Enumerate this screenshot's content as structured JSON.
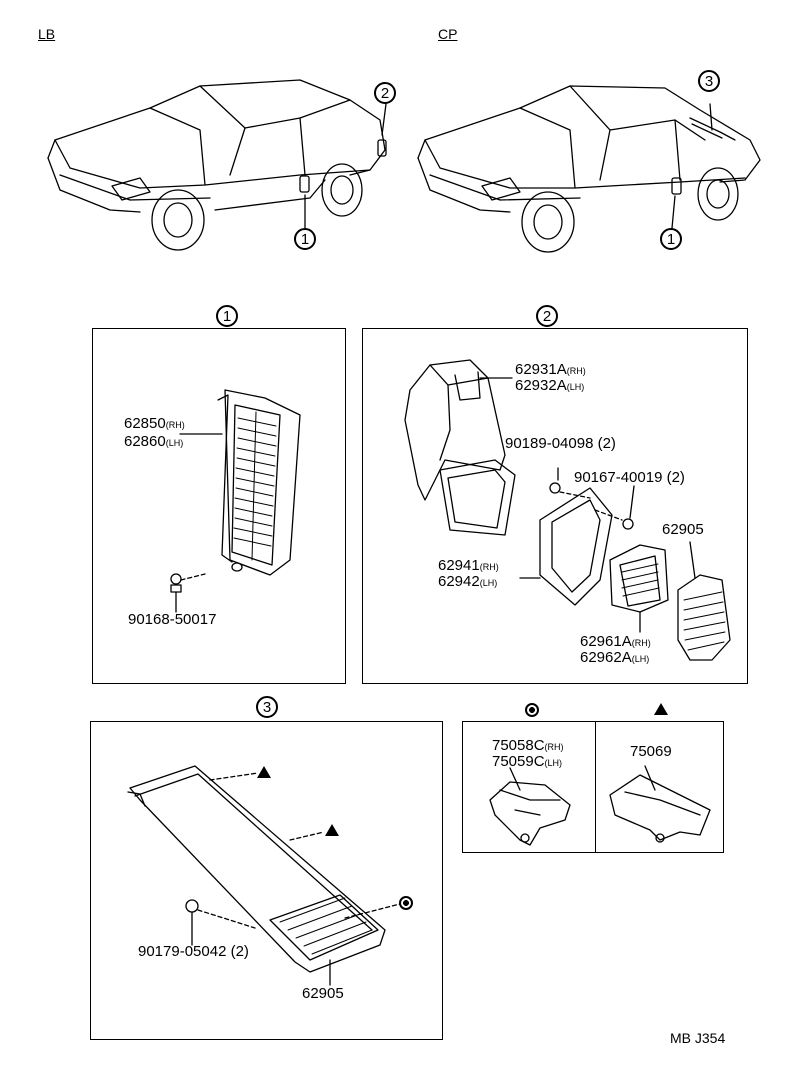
{
  "views": {
    "lb": "LB",
    "cp": "CP"
  },
  "callouts": {
    "c1": "1",
    "c2": "2",
    "c3": "3"
  },
  "panel1": {
    "grille_rh": "62850",
    "grille_lh": "62860",
    "screw": "90168-50017"
  },
  "panel2": {
    "duct_rh": "62931A",
    "duct_lh": "62932A",
    "clip": "90189-04098 (2)",
    "screw": "90167-40019 (2)",
    "seal_rh": "62941",
    "seal_lh": "62942",
    "louver_rh": "62961A",
    "louver_lh": "62962A",
    "cover": "62905"
  },
  "panel3": {
    "nut": "90179-05042 (2)",
    "cover": "62905"
  },
  "panel4": {
    "bracket_rh": "75058C",
    "bracket_lh": "75059C",
    "bracket2": "75069"
  },
  "side": {
    "rh": "(RH)",
    "lh": "(LH)"
  },
  "footer": {
    "code": "MB J354"
  }
}
